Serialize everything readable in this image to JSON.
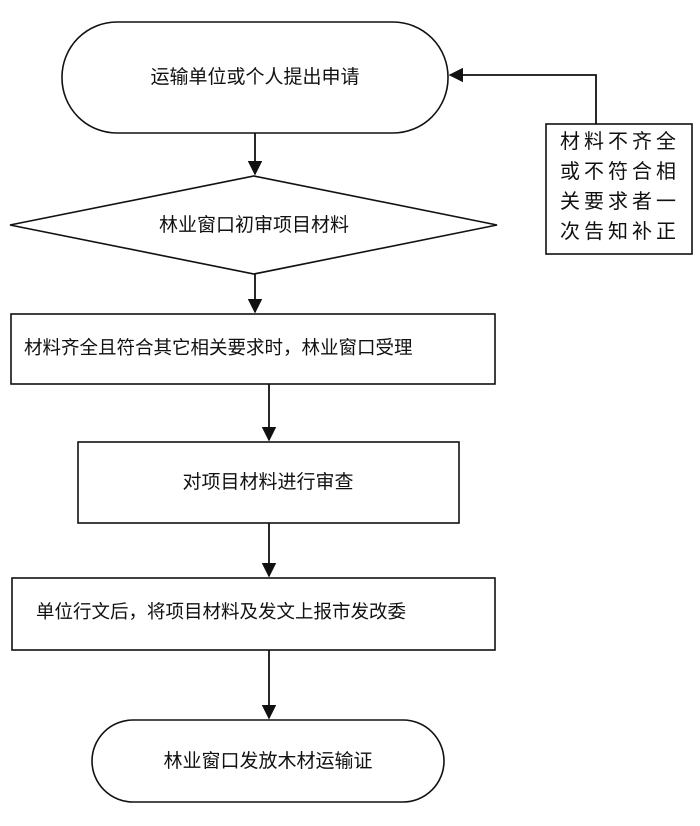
{
  "flowchart": {
    "start": {
      "label": "运输单位或个人提出申请"
    },
    "review": {
      "label": "林业窗口初审项目材料"
    },
    "accept": {
      "label": "材料齐全且符合其它相关要求时，林业窗口受理"
    },
    "examine": {
      "label": "对项目材料进行审查"
    },
    "submit": {
      "label": "单位行文后，将项目材料及发文上报市发改委"
    },
    "end": {
      "label": "林业窗口发放木材运输证"
    },
    "feedback_note": {
      "label": "材料不齐全\n或不符合相\n关要求者一\n次告知补正"
    }
  }
}
